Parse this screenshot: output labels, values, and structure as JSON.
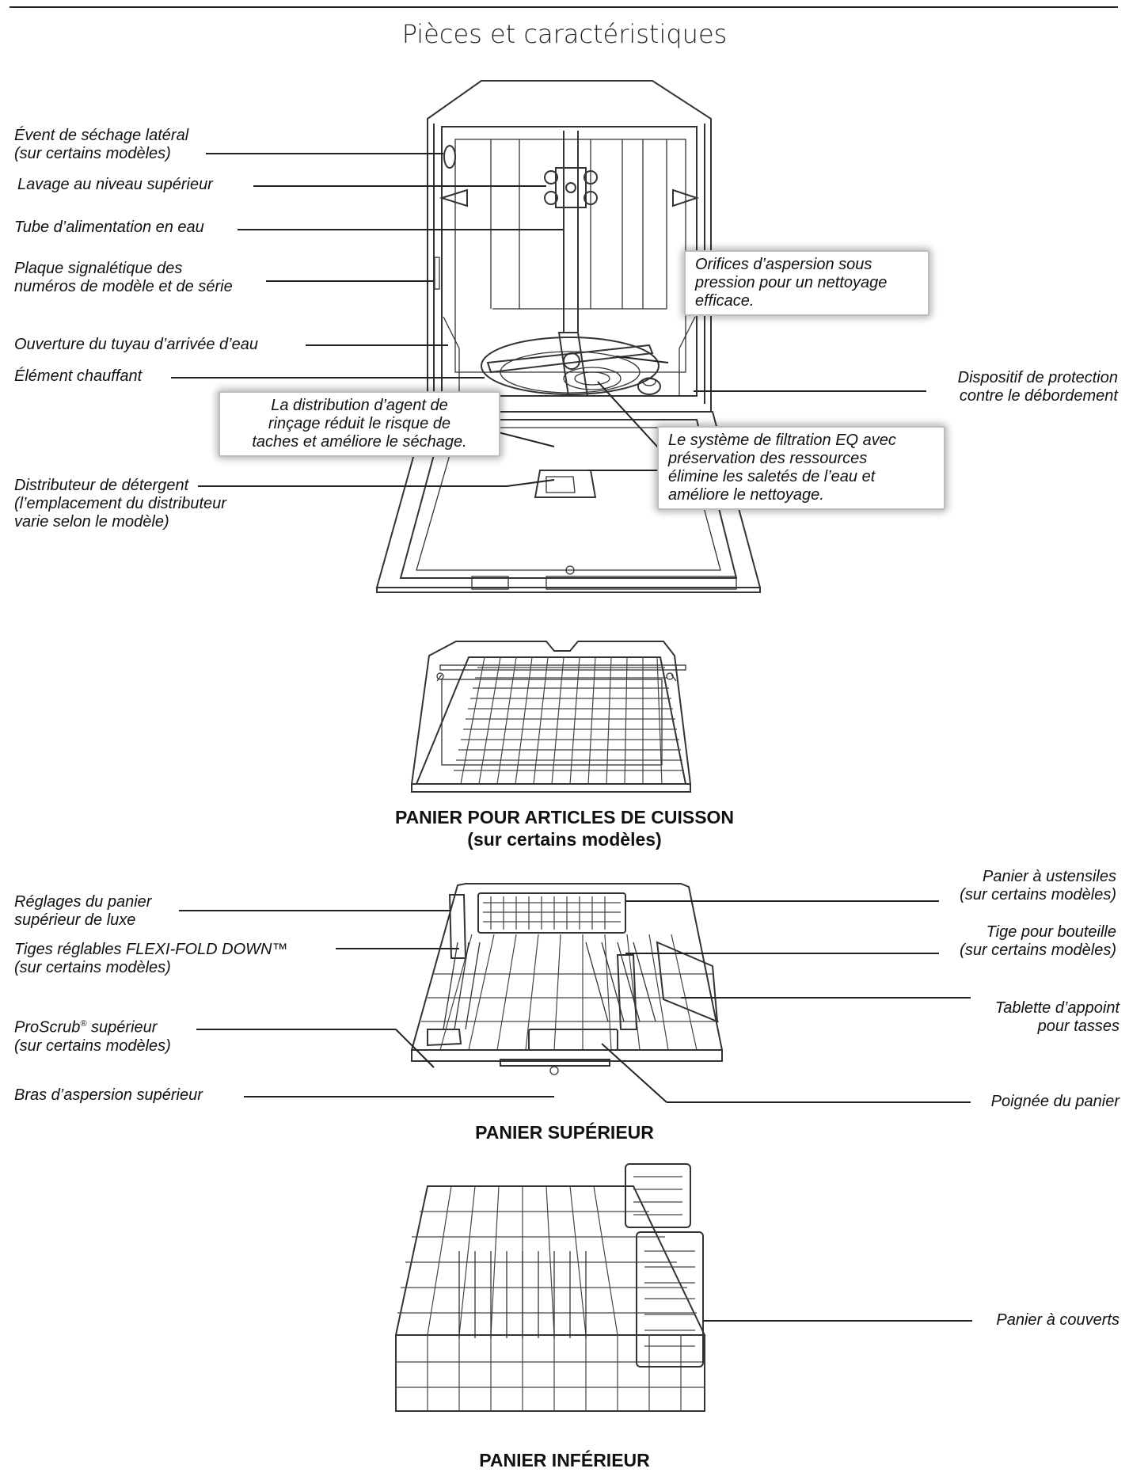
{
  "page": {
    "title": "Pièces et caractéristiques"
  },
  "dishwasher": {
    "labels": {
      "side_vent_line1": "Évent de séchage latéral",
      "side_vent_line2": "(sur certains modèles)",
      "upper_wash": "Lavage au niveau supérieur",
      "water_tube": "Tube d’alimentation en eau",
      "plate_line1": "Plaque signalétique des",
      "plate_line2": "numéros de modèle et de série",
      "inlet": "Ouverture du tuyau d’arrivée d’eau",
      "heater": "Élément chauffant",
      "overflow_line1": "Dispositif de protection",
      "overflow_line2": "contre le débordement",
      "detergent_line1": "Distributeur de détergent",
      "detergent_line2": "(l’emplacement du distributeur",
      "detergent_line3": "varie selon le modèle)"
    },
    "callouts": {
      "jets_line1": "Orifices d’aspersion sous",
      "jets_line2": "pression pour un nettoyage",
      "jets_line3": "efficace.",
      "rinse_line1": "La distribution d’agent de",
      "rinse_line2": "rinçage réduit le risque de",
      "rinse_line3": "taches et améliore le séchage.",
      "filter_line1": "Le système de filtration EQ avec",
      "filter_line2": "préservation des ressources",
      "filter_line3": "élimine les saletés de l’eau et",
      "filter_line4": "améliore le nettoyage."
    }
  },
  "cookware_rack": {
    "caption_line1": "PANIER POUR ARTICLES DE CUISSON",
    "caption_line2": "(sur certains modèles)"
  },
  "upper_rack": {
    "caption": "PANIER SUPÉRIEUR",
    "labels": {
      "adjust_line1": "Réglages du panier",
      "adjust_line2": "supérieur de luxe",
      "tines_line1": "Tiges réglables FLEXI-FOLD DOWN™",
      "tines_line2": "(sur certains modèles)",
      "proscrub_name": "ProScrub",
      "proscrub_sup": "®",
      "proscrub_rest": " supérieur",
      "proscrub_line2": "(sur certains modèles)",
      "spray_arm": "Bras d’aspersion supérieur",
      "utensil_line1": "Panier à ustensiles",
      "utensil_line2": "(sur certains modèles)",
      "bottle_line1": "Tige pour bouteille",
      "bottle_line2": "(sur certains modèles)",
      "cup_line1": "Tablette d’appoint",
      "cup_line2": "pour tasses",
      "handle": "Poignée du panier"
    }
  },
  "lower_rack": {
    "caption": "PANIER INFÉRIEUR",
    "labels": {
      "cutlery": "Panier à couverts"
    }
  }
}
